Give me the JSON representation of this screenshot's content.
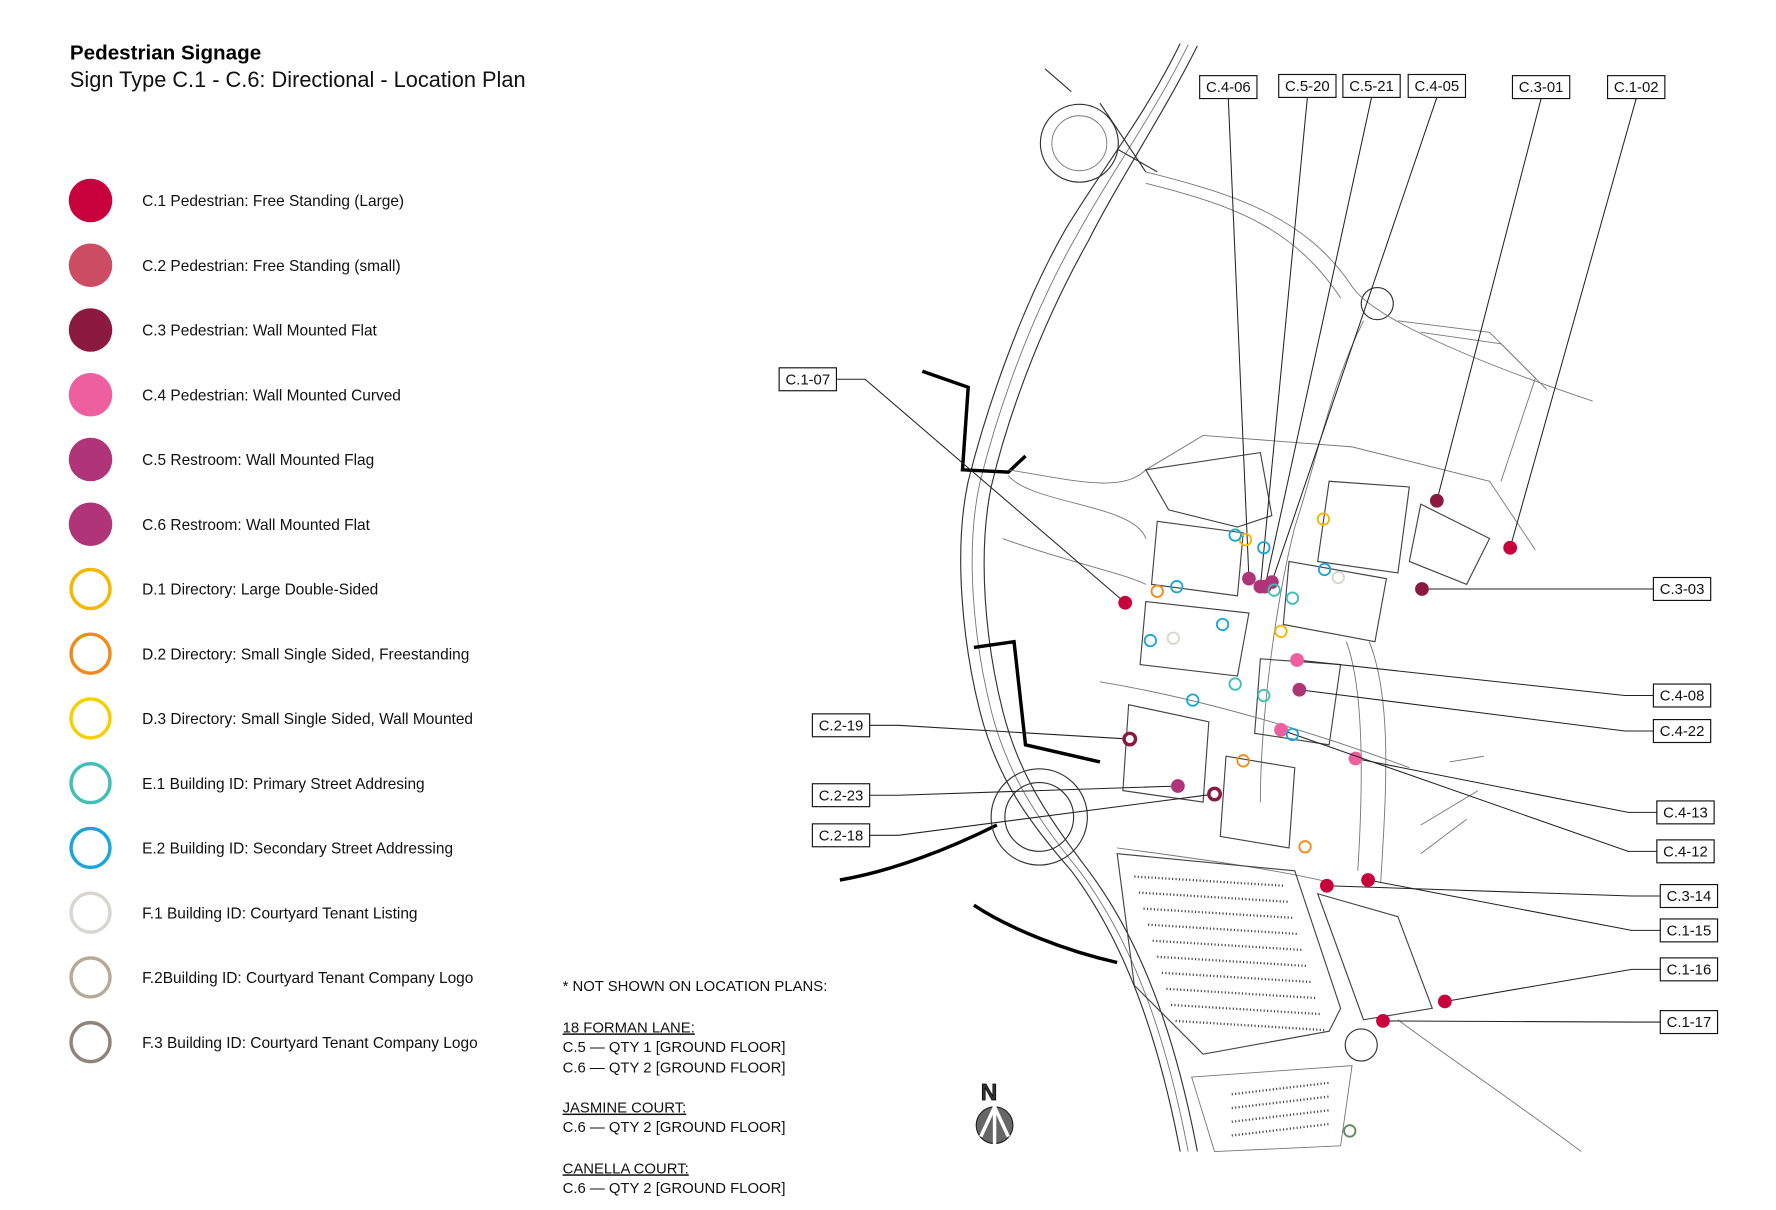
{
  "header": {
    "title": "Pedestrian Signage",
    "subtitle": "Sign Type C.1 - C.6: Directional - Location Plan"
  },
  "legend": [
    {
      "label": "C.1 Pedestrian: Free Standing (Large)",
      "color": "#c8003c",
      "style": "filled"
    },
    {
      "label": "C.2 Pedestrian: Free Standing (small)",
      "color": "#cc4d63",
      "style": "filled"
    },
    {
      "label": "C.3 Pedestrian: Wall Mounted Flat",
      "color": "#8c1a40",
      "style": "filled"
    },
    {
      "label": "C.4 Pedestrian: Wall Mounted Curved",
      "color": "#ee5fa0",
      "style": "filled"
    },
    {
      "label": "C.5 Restroom: Wall Mounted Flag",
      "color": "#b03478",
      "style": "filled"
    },
    {
      "label": "C.6 Restroom: Wall Mounted Flat",
      "color": "#b03478",
      "style": "filled"
    },
    {
      "label": "D.1 Directory: Large Double-Sided",
      "color": "#f5b800",
      "style": "ring"
    },
    {
      "label": "D.2 Directory: Small Single Sided, Freestanding",
      "color": "#f08a1c",
      "style": "ring"
    },
    {
      "label": "D.3 Directory: Small Single Sided, Wall Mounted",
      "color": "#f5d000",
      "style": "ring"
    },
    {
      "label": "E.1 Building ID: Primary Street Addresing",
      "color": "#3fbfb5",
      "style": "ring"
    },
    {
      "label": "E.2 Building ID: Secondary Street Addressing",
      "color": "#1aa6d8",
      "style": "ring"
    },
    {
      "label": "F.1 Building ID: Courtyard Tenant Listing",
      "color": "#d9d6cf",
      "style": "ring"
    },
    {
      "label": "F.2Building ID: Courtyard Tenant Company Logo",
      "color": "#b7a995",
      "style": "ring"
    },
    {
      "label": "F.3 Building ID: Courtyard Tenant Company Logo",
      "color": "#8f857a",
      "style": "ring"
    }
  ],
  "notes": {
    "heading": "* NOT SHOWN ON LOCATION PLANS:",
    "groups": [
      {
        "title": "18 FORMAN LANE:",
        "lines": [
          "C.5 — QTY 1 [GROUND FLOOR]",
          "C.6 — QTY 2 [GROUND FLOOR]"
        ]
      },
      {
        "title": "JASMINE COURT:",
        "lines": [
          "C.6 — QTY 2 [GROUND FLOOR]"
        ]
      },
      {
        "title": "CANELLA COURT:",
        "lines": [
          "C.6 — QTY 2 [GROUND FLOOR]"
        ]
      }
    ]
  },
  "compass": {
    "label": "N"
  },
  "sign_labels": [
    "C.4-06",
    "C.5-20",
    "C.5-21",
    "C.4-05",
    "C.3-01",
    "C.1-02",
    "C.1-07",
    "C.3-03",
    "C.4-08",
    "C.4-22",
    "C.2-19",
    "C.2-23",
    "C.2-18",
    "C.4-13",
    "C.4-12",
    "C.3-14",
    "C.1-15",
    "C.1-16",
    "C.1-17"
  ],
  "colors": {
    "c1": "#c8003c",
    "c2": "#cc4d63",
    "c3": "#8c1a40",
    "c4": "#ee5fa0",
    "c5": "#b03478"
  }
}
